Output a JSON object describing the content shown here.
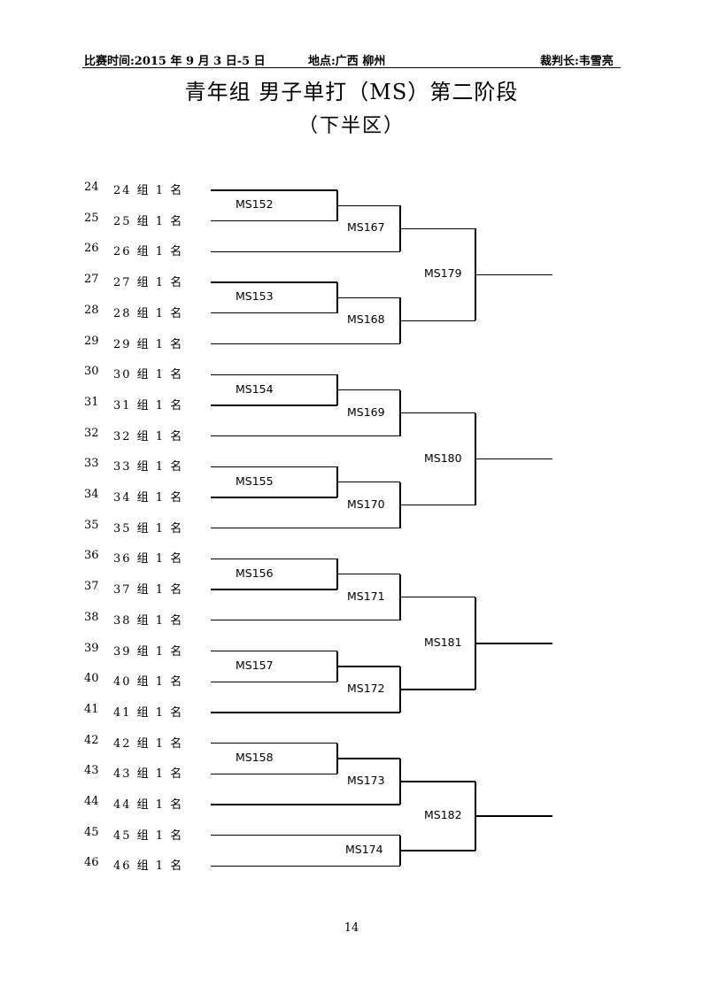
{
  "header": {
    "time": "比赛时间:2015 年 9 月 3 日-5 日",
    "venue": "地点:广西  柳州",
    "referee": "裁判长:韦雪亮"
  },
  "title": "青年组  男子单打（MS）第二阶段",
  "subtitle": "（下半区）",
  "entries": [
    {
      "seed": "24",
      "name": "24 组 1 名"
    },
    {
      "seed": "25",
      "name": "25 组 1 名"
    },
    {
      "seed": "26",
      "name": "26 组 1 名"
    },
    {
      "seed": "27",
      "name": "27 组 1 名"
    },
    {
      "seed": "28",
      "name": "28 组 1 名"
    },
    {
      "seed": "29",
      "name": "29 组 1 名"
    },
    {
      "seed": "30",
      "name": "30 组 1 名"
    },
    {
      "seed": "31",
      "name": "31 组 1 名"
    },
    {
      "seed": "32",
      "name": "32 组 1 名"
    },
    {
      "seed": "33",
      "name": "33 组 1 名"
    },
    {
      "seed": "34",
      "name": "34 组 1 名"
    },
    {
      "seed": "35",
      "name": "35 组 1 名"
    },
    {
      "seed": "36",
      "name": "36 组 1 名"
    },
    {
      "seed": "37",
      "name": "37 组 1 名"
    },
    {
      "seed": "38",
      "name": "38 组 1 名"
    },
    {
      "seed": "39",
      "name": "39 组 1 名"
    },
    {
      "seed": "40",
      "name": "40 组 1 名"
    },
    {
      "seed": "41",
      "name": "41 组 1 名"
    },
    {
      "seed": "42",
      "name": "42 组 1 名"
    },
    {
      "seed": "43",
      "name": "43 组 1 名"
    },
    {
      "seed": "44",
      "name": "44 组 1 名"
    },
    {
      "seed": "45",
      "name": "45 组 1 名"
    },
    {
      "seed": "46",
      "name": "46 组 1 名"
    }
  ],
  "matches": {
    "r1": [
      "MS152",
      "MS153",
      "MS154",
      "MS155",
      "MS156",
      "MS157",
      "MS158"
    ],
    "r2": [
      "MS167",
      "MS168",
      "MS169",
      "MS170",
      "MS171",
      "MS172",
      "MS173",
      "MS174"
    ],
    "r3": [
      "MS179",
      "MS180",
      "MS181",
      "MS182"
    ]
  },
  "page_number": "14"
}
